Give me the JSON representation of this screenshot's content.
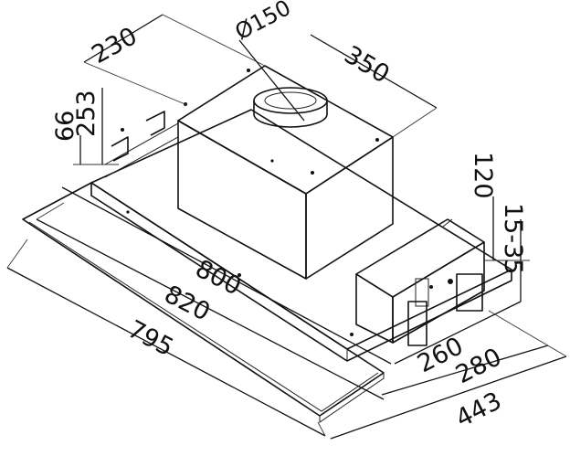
{
  "dimensions": {
    "d230": "230",
    "d150": "Ø150",
    "d350": "350",
    "d66": "66",
    "d253": "253",
    "d120": "120",
    "d15_35": "15-35",
    "d800": "800",
    "d820": "820",
    "d795": "795",
    "d260": "260",
    "d280": "280",
    "d443": "443"
  },
  "colors": {
    "ink": "#111111",
    "box_fill": "#eeeeee",
    "panel_fill": "#ffffff"
  }
}
